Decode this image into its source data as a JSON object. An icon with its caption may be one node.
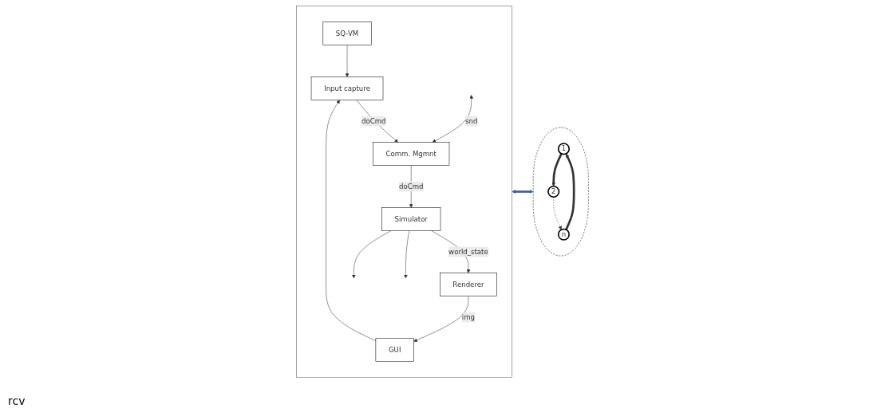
{
  "diagram": {
    "nodes": [
      {
        "text": [],
        "shape": "box"
      },
      {
        "text": [
          "SQ-VM"
        ],
        "in": 0
      },
      {
        "text": [
          "GUI"
        ],
        "in": 0
      },
      {
        "text": [
          "Input capture"
        ],
        "in": 0
      },
      {
        "text": [
          "Comm. Mgmnt"
        ],
        "in": 0
      },
      {
        "text": [
          "Renderer"
        ],
        "in": 0
      },
      {
        "text": [
          "Simulator"
        ],
        "in": 0
      },
      {
        "text": [],
        "shape": "ellipse"
      },
      {
        "text": [
          "1"
        ],
        "in": 7
      },
      {
        "text": [
          "2"
        ],
        "in": 7
      },
      {
        "text": [
          "n"
        ],
        "in": 7
      }
    ],
    "edges": [
      {
        "from": 1,
        "to": 3,
        "arrow": "to"
      },
      {
        "from": 2,
        "to": 3,
        "arrow": "to"
      },
      {
        "from": 3,
        "to": 4,
        "arrow": "to",
        "label": "doCmd"
      },
      {
        "from": 4,
        "to": 6,
        "arrow": "to",
        "label": "doCmd"
      },
      {
        "from": 6,
        "to": 5,
        "arrow": "to",
        "label": "world_state"
      },
      {
        "from": 6,
        "to": null,
        "arrow": "to"
      },
      {
        "from": 6,
        "to": null,
        "arrow": "to"
      },
      {
        "from": 5,
        "to": 2,
        "arrow": "to",
        "label": "img"
      },
      {
        "from": null,
        "to": 4,
        "arrow": "both",
        "label": "snd"
      },
      {
        "from": 0,
        "to": 7,
        "arrow": "both",
        "style": "thick",
        "color": "#41608f"
      },
      {
        "from": 8,
        "to": 9,
        "arrow": "to",
        "style": "thick"
      },
      {
        "from": 9,
        "to": 10,
        "arrow": "to",
        "style": "dashed"
      },
      {
        "from": 10,
        "to": 8,
        "arrow": "to",
        "style": "thick"
      }
    ],
    "labels": [
      "rcv"
    ]
  }
}
